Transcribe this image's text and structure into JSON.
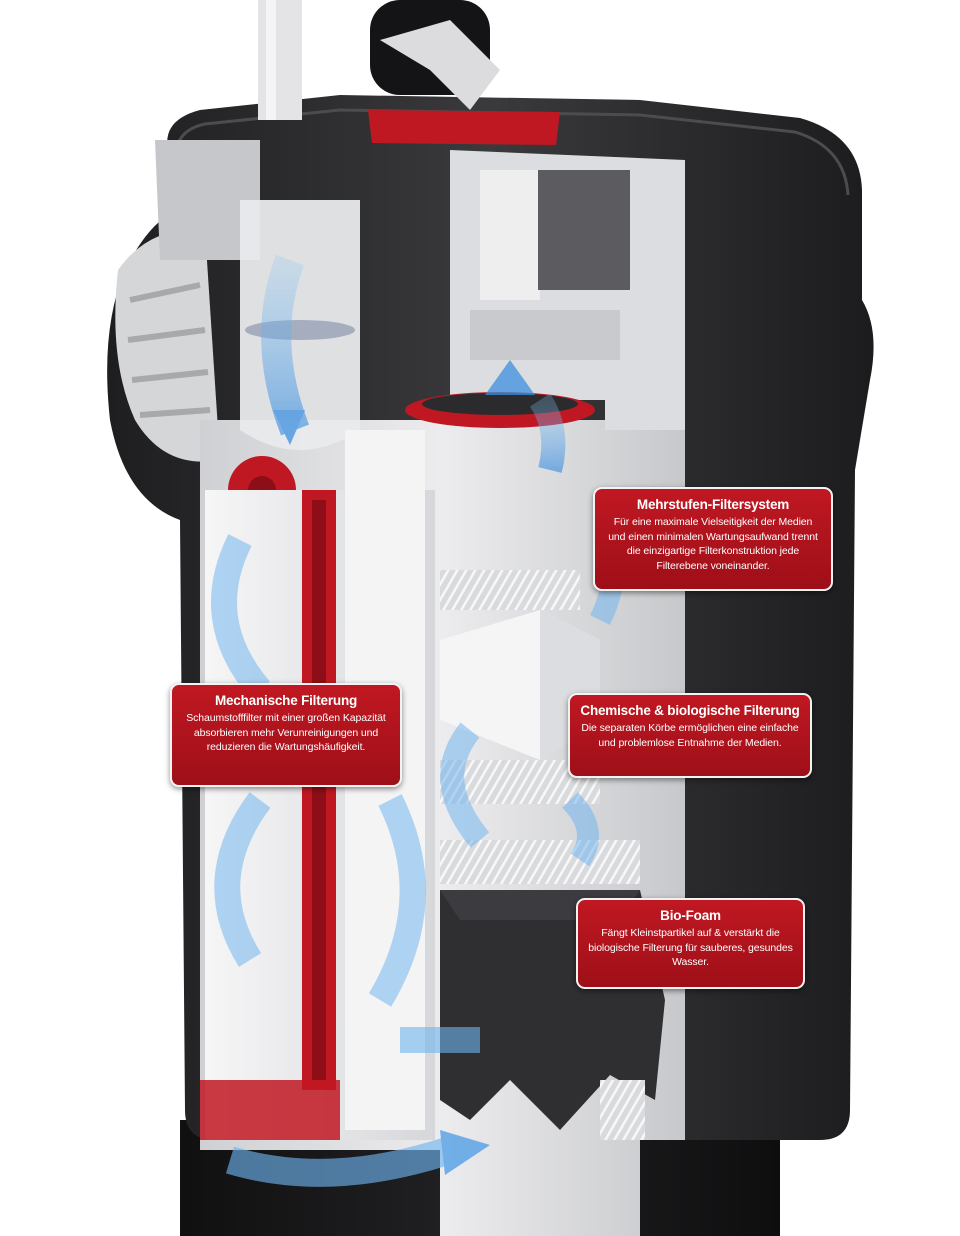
{
  "colors": {
    "housing": "#2a2a2c",
    "housing_light": "#3c3c3f",
    "interior": "#e8e8ea",
    "accent_red": "#c01822",
    "water_blue": "#5aa6e6",
    "foam_white": "#f2f2f2"
  },
  "icons": [
    "water-flow-arrow",
    "pump-impeller",
    "drain-valve",
    "lid-latch"
  ],
  "callouts": {
    "multistage": {
      "title": "Mehrstufen-Filtersystem",
      "body": "Für eine maximale Vielseitigkeit der Medien und einen minimalen Wartungsaufwand trennt die einzigartige Filterkonstruktion jede Filterebene voneinander."
    },
    "mechanical": {
      "title": "Mechanische Filterung",
      "body": "Schaumstofffilter mit einer großen Kapazität absorbieren mehr Verunreinigungen und reduzieren die Wartungshäufigkeit."
    },
    "chemical": {
      "title": "Chemische & biologische Filterung",
      "body": "Die separaten Körbe ermöglichen eine einfache und problemlose Entnahme der Medien."
    },
    "biofoam": {
      "title": "Bio-Foam",
      "body": "Fängt Kleinstpartikel auf & verstärkt die biologische Filterung für sauberes, gesundes Wasser."
    }
  }
}
